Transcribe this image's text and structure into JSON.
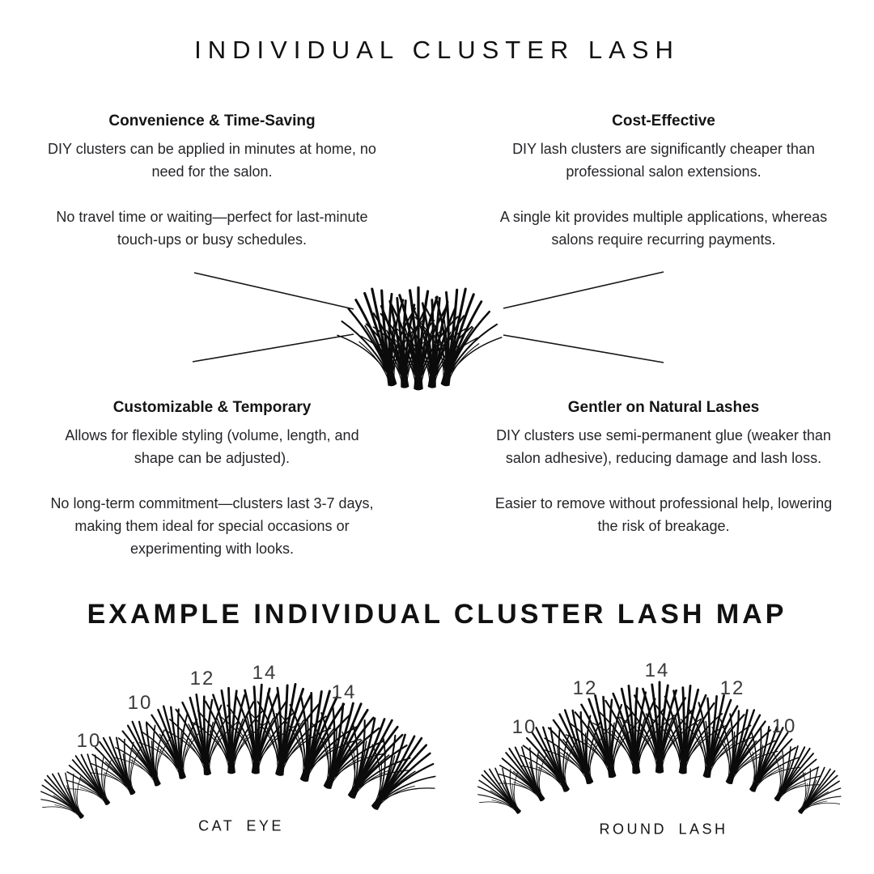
{
  "page": {
    "title": "INDIVIDUAL CLUSTER LASH",
    "map_title": "EXAMPLE INDIVIDUAL CLUSTER LASH MAP"
  },
  "benefits": [
    {
      "heading": "Convenience & Time-Saving",
      "para1": "DIY clusters can be applied in minutes at home, no need for the salon.",
      "para2": "No travel time or waiting—perfect for last-minute touch-ups or busy schedules."
    },
    {
      "heading": "Cost-Effective",
      "para1": "DIY lash clusters are significantly cheaper than professional salon extensions.",
      "para2": "A single kit provides multiple applications, whereas salons require recurring payments."
    },
    {
      "heading": "Customizable & Temporary",
      "para1": "Allows for flexible styling (volume, length, and shape can be adjusted).",
      "para2": "No long-term commitment—clusters last 3-7 days, making them ideal for special occasions or experimenting with looks."
    },
    {
      "heading": "Gentler on Natural Lashes",
      "para1": "DIY clusters use semi-permanent glue (weaker than salon adhesive), reducing damage and lash loss.",
      "para2": "Easier to remove without professional help, lowering the risk of breakage."
    }
  ],
  "maps": {
    "cat_eye": {
      "label": "CAT EYE",
      "lengths": [
        "10",
        "10",
        "12",
        "14",
        "14"
      ]
    },
    "round": {
      "label": "ROUND LASH",
      "lengths": [
        "10",
        "12",
        "14",
        "12",
        "10"
      ]
    }
  },
  "colors": {
    "text": "#1d1d1f",
    "line": "#161616",
    "lash": "#0b0b0b"
  }
}
